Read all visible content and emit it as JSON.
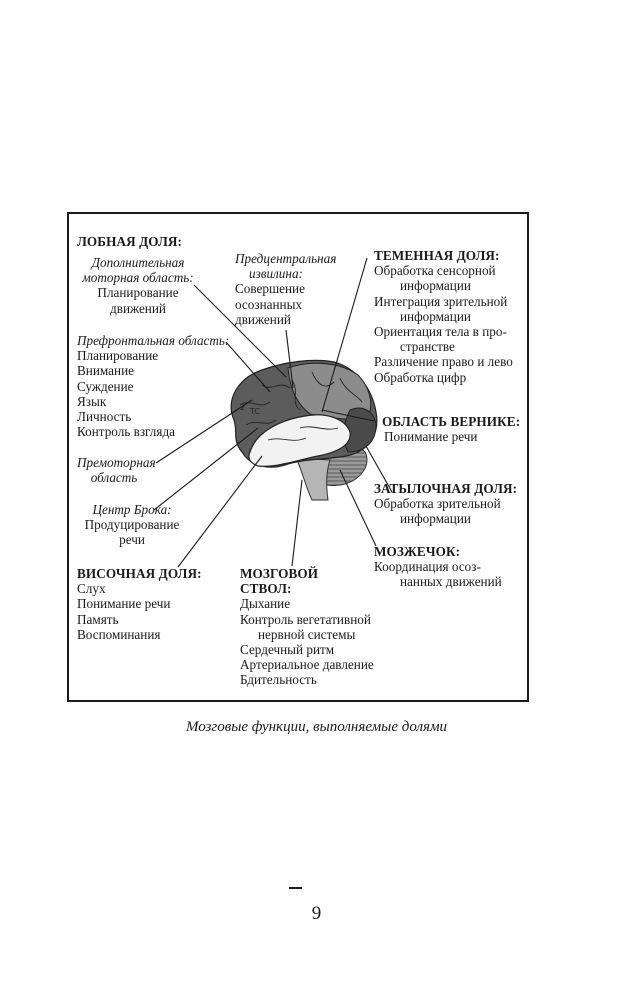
{
  "frontal": {
    "title": "ЛОБНАЯ ДОЛЯ:",
    "supp_title": [
      "Дополнительная",
      "моторная область:"
    ],
    "supp_items": [
      "Планирование",
      "движений"
    ],
    "prefrontal_title": "Префронтальная область:",
    "prefrontal_items": [
      "Планирование",
      "Внимание",
      "Суждение",
      "Язык",
      "Личность",
      "Контроль взгляда"
    ],
    "premotor": [
      "Премоторная",
      "область"
    ],
    "broca_title": "Центр Брока:",
    "broca_items": [
      "Продуцирование",
      "речи"
    ]
  },
  "precentral": {
    "title": [
      "Предцентральная",
      "извилина:"
    ],
    "items": [
      "Совершение",
      "осознанных",
      "движений"
    ]
  },
  "parietal": {
    "title": "ТЕМЕННАЯ ДОЛЯ:",
    "items": [
      "Обработка сенсорной",
      "информации",
      "Интеграция зрительной",
      "информации",
      "Ориентация тела в про-",
      "странстве",
      "Различение право и лево",
      "Обработка цифр"
    ]
  },
  "wernicke": {
    "title": "ОБЛАСТЬ ВЕРНИКЕ:",
    "items": [
      "Понимание речи"
    ]
  },
  "occipital": {
    "title": "ЗАТЫЛОЧНАЯ ДОЛЯ:",
    "items": [
      "Обработка зрительной",
      "информации"
    ]
  },
  "cerebellum": {
    "title": "МОЗЖЕЧОК:",
    "items": [
      "Координация осоз-",
      "нанных движений"
    ]
  },
  "temporal": {
    "title": "ВИСОЧНАЯ ДОЛЯ:",
    "items": [
      "Слух",
      "Понимание речи",
      "Память",
      "Воспоминания"
    ]
  },
  "brainstem": {
    "title": [
      "МОЗГОВОЙ",
      "СТВОЛ:"
    ],
    "items": [
      "Дыхание",
      "Контроль вегетативной",
      "нервной системы",
      "Сердечный ритм",
      "Артериальное давление",
      "Бдительность"
    ]
  },
  "caption": "Мозговые функции, выполняемые долями",
  "page_number": "9"
}
